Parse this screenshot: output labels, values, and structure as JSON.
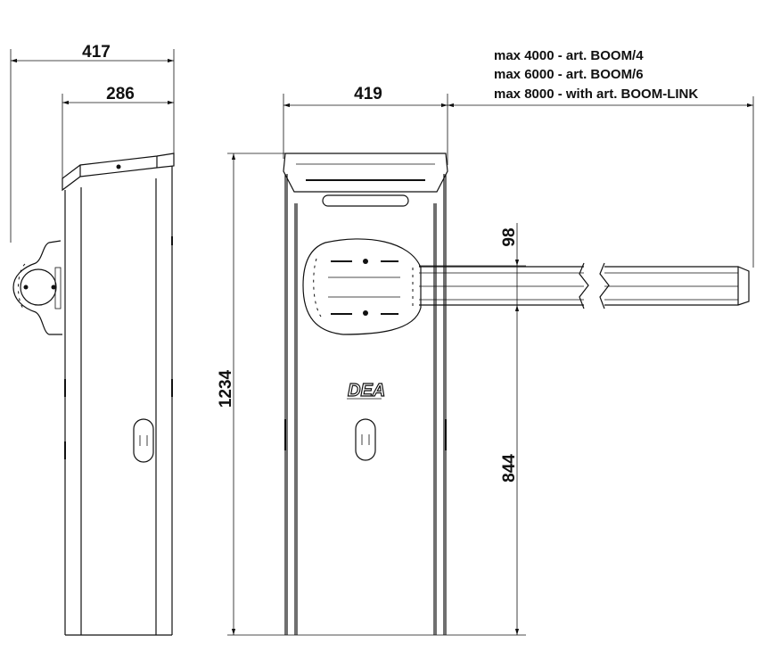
{
  "dimensions": {
    "side_total_depth": "417",
    "side_body_depth": "286",
    "front_width": "419",
    "total_height": "1234",
    "boom_height": "98",
    "boom_axis_height": "844"
  },
  "boom_length_notes": [
    "max 4000 - art. BOOM/4",
    "max 6000 - art. BOOM/6",
    "max 8000 - with art. BOOM-LINK"
  ],
  "logo_text": "DEA"
}
